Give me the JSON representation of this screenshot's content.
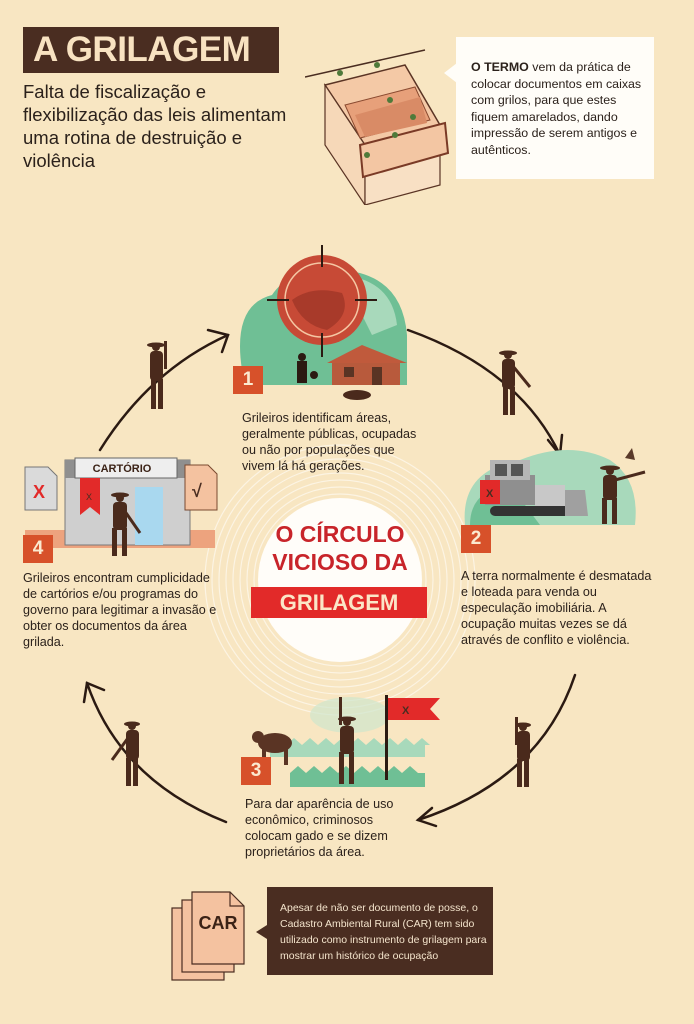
{
  "header": {
    "title": "A GRILAGEM",
    "subtitle": "Falta de fiscalização e flexibilização das leis alimentam uma rotina de destruição e violência"
  },
  "term_box": {
    "label": "O TERMO",
    "text": " vem da prática de colocar documentos em caixas com grilos, para que estes fiquem amarelados, dando impressão de serem antigos e autênticos."
  },
  "center": {
    "line1": "O CÍRCULO",
    "line2": "VICIOSO DA",
    "badge": "GRILAGEM"
  },
  "steps": [
    {
      "number": "1",
      "text": "Grileiros identificam áreas, geralmente públicas, ocupadas ou não por populações que vivem lá há gerações.",
      "icon": "target-crosshair-over-farm-icon"
    },
    {
      "number": "2",
      "text": "A terra normalmente é desmatada e loteada para venda ou especulação imobiliária. A ocupação muitas vezes se dá através de conflito e violência.",
      "icon": "bulldozer-and-gunman-icon"
    },
    {
      "number": "3",
      "text": "Para dar aparência de uso econômico, criminosos colocam gado e se dizem proprietários da área.",
      "icon": "cattle-and-flag-icon"
    },
    {
      "number": "4",
      "text": "Grileiros encontram cumplicidade de cartórios e/ou programas do governo para legitimar a invasão e obter os documentos da área grilada.",
      "icon": "notary-office-icon"
    }
  ],
  "cartorio": {
    "label": "CARTÓRIO",
    "doc_reject": "X",
    "doc_accept": "√",
    "ribbon": "X"
  },
  "flag_mark": "X",
  "bulldozer_mark": "X",
  "car_note": {
    "doc_label": "CAR",
    "text": "Apesar de não ser documento de posse, o Cadastro Ambiental Rural (CAR) tem sido utilizado como instrumento de grilagem para mostrar um histórico de ocupação"
  },
  "colors": {
    "background": "#f8e6c2",
    "dark_brown": "#4a2d21",
    "accent_red": "#e22a29",
    "title_red": "#c8242a",
    "number_orange": "#d7512a",
    "green": "#6fbf95"
  }
}
